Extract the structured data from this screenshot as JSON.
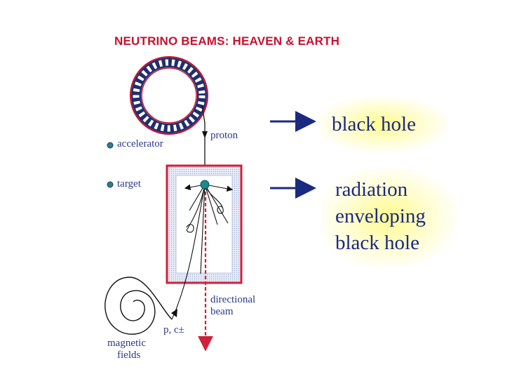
{
  "diagram": {
    "title": "NEUTRINO BEAMS:  HEAVEN & EARTH",
    "labels": {
      "proton": "proton",
      "accelerator": "accelerator",
      "target": "target",
      "directional_1": "directional",
      "directional_2": "beam",
      "particles": "p, c±",
      "magnetic_1": "magnetic",
      "magnetic_2": "fields"
    }
  },
  "annotations": {
    "callout_1": "black hole",
    "callout_2_line1": "radiation",
    "callout_2_line2": "enveloping",
    "callout_2_line3": "black hole"
  },
  "colors": {
    "title": "#c8102e",
    "diagram_line": "#111111",
    "label_text": "#2b3a8c",
    "frame_red": "#d0203a",
    "beam_red": "#d0203a",
    "arrow_blue": "#1a2a80",
    "glow_yellow": "#fff36a"
  }
}
